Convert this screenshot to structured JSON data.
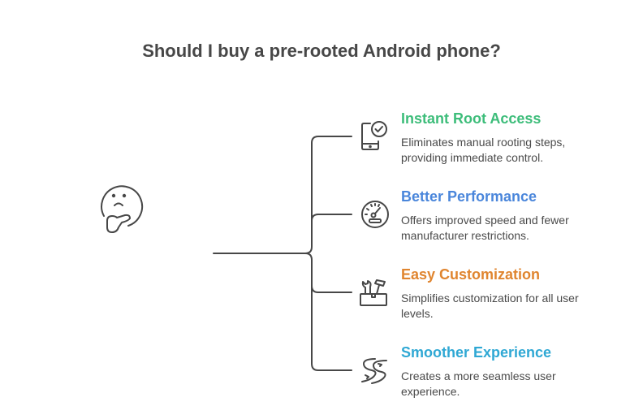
{
  "title": "Should I buy a pre-rooted Android phone?",
  "center": {
    "icon": "thinking-face-icon"
  },
  "items": [
    {
      "title": "Instant Root Access",
      "color": "#3dbd7a",
      "icon": "phone-check-icon",
      "description": "Eliminates manual rooting steps, providing immediate control."
    },
    {
      "title": "Better Performance",
      "color": "#4a86db",
      "icon": "speedometer-icon",
      "description": "Offers improved speed and fewer manufacturer restrictions."
    },
    {
      "title": "Easy Customization",
      "color": "#e0852f",
      "icon": "toolbox-icon",
      "description": "Simplifies customization for all user levels."
    },
    {
      "title": "Smoother Experience",
      "color": "#2fa8d4",
      "icon": "winding-road-icon",
      "description": "Creates a more seamless user experience."
    }
  ],
  "colors": {
    "line": "#474747",
    "text": "#4a4a4a"
  }
}
